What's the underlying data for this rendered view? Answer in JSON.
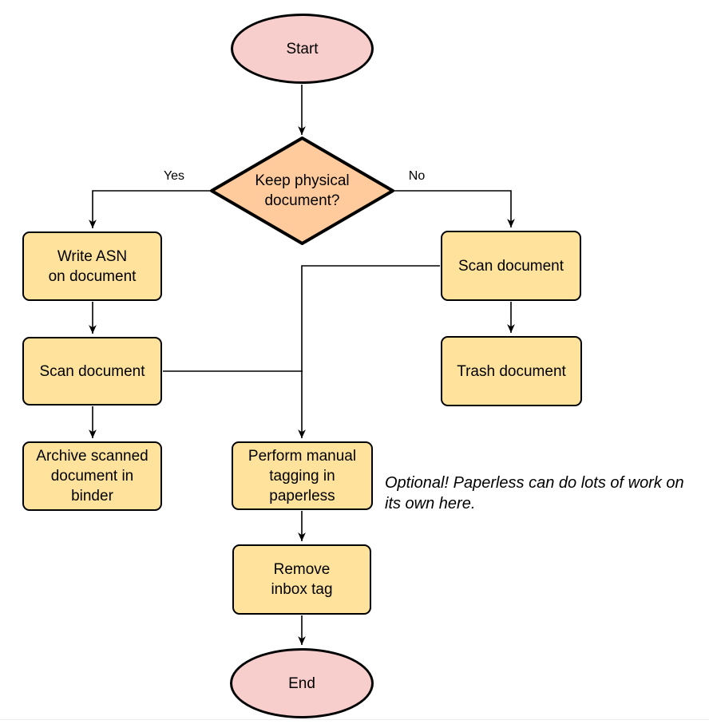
{
  "diagram": {
    "type": "flowchart",
    "nodes": {
      "start": {
        "label": "Start",
        "shape": "terminator"
      },
      "decision": {
        "label": "Keep physical\ndocument?",
        "shape": "decision"
      },
      "write_asn": {
        "label": "Write ASN\non document",
        "shape": "process"
      },
      "scan_left": {
        "label": "Scan document",
        "shape": "process"
      },
      "archive": {
        "label": "Archive scanned\ndocument in\nbinder",
        "shape": "process"
      },
      "scan_right": {
        "label": "Scan document",
        "shape": "process"
      },
      "trash": {
        "label": "Trash document",
        "shape": "process"
      },
      "tagging": {
        "label": "Perform manual\ntagging in\npaperless",
        "shape": "process"
      },
      "remove_inbox": {
        "label": "Remove\ninbox tag",
        "shape": "process"
      },
      "end": {
        "label": "End",
        "shape": "terminator"
      }
    },
    "edge_labels": {
      "yes": "Yes",
      "no": "No"
    },
    "note": "Optional! Paperless can do lots of work on\nits own here.",
    "edges": [
      "start -> decision",
      "decision -Yes-> write_asn",
      "decision -No-> scan_right",
      "write_asn -> scan_left",
      "scan_left -> archive",
      "scan_left -> tagging",
      "scan_right -> trash",
      "scan_right -> tagging",
      "tagging -> remove_inbox",
      "remove_inbox -> end"
    ]
  },
  "colors": {
    "terminator_fill": "#f8cecc",
    "decision_fill": "#ffcb9c",
    "process_fill": "#ffe39c",
    "stroke": "#000000",
    "background": "#ffffff"
  }
}
